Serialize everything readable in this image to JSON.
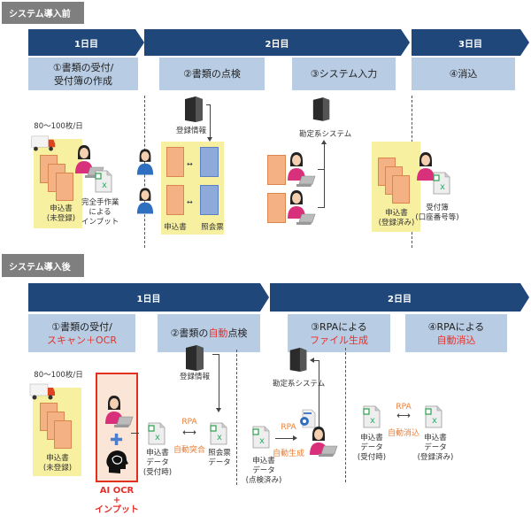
{
  "before": {
    "tag": "システム導入前",
    "days": [
      "1日目",
      "2日目",
      "3日目"
    ],
    "steps": [
      {
        "line1": "①書類の受付/",
        "line2": "受付簿の作成"
      },
      {
        "line1": "②書類の点検"
      },
      {
        "line1": "③システム入力"
      },
      {
        "line1": "④消込"
      }
    ],
    "volume": "80～100枚/日",
    "app_unregistered": [
      "申込書",
      "(未登録)"
    ],
    "manual_input": [
      "完全手作業",
      "による",
      "インプット"
    ],
    "registration_info": "登録情報",
    "application": "申込書",
    "inquiry_form": "照会票",
    "accounting_system": "勘定系システム",
    "app_registered": [
      "申込書",
      "(登録済み)"
    ],
    "ledger": [
      "受付簿",
      "(口座番号等)"
    ]
  },
  "after": {
    "tag": "システム導入後",
    "days": [
      "1日目",
      "2日目"
    ],
    "steps": [
      {
        "line1": "①書類の受付/",
        "line2_red": "スキャン＋OCR"
      },
      {
        "pre": "②書類の",
        "red": "自動",
        "post": "点検"
      },
      {
        "line1": "③RPAによる",
        "line2_red": "ファイル生成"
      },
      {
        "line1": "④RPAによる",
        "line2_red": "自動消込"
      }
    ],
    "volume": "80～100枚/日",
    "app_unregistered": [
      "申込書",
      "(未登録)"
    ],
    "ai_ocr": [
      "AI OCR",
      "+",
      "インプット"
    ],
    "registration_info": "登録情報",
    "app_data_received": [
      "申込書",
      "データ",
      "(受付時)"
    ],
    "rpa": "RPA",
    "auto_match": "自動突合",
    "inquiry_data": [
      "照会票",
      "データ"
    ],
    "accounting_system": "勘定系システム",
    "app_data_checked": [
      "申込書",
      "データ",
      "(点検済み)"
    ],
    "auto_generate": "自動生成",
    "auto_reconcile": "自動消込",
    "app_data_registered": [
      "申込書",
      "データ",
      "(登録済み)"
    ]
  },
  "colors": {
    "day_bar": "#1f477a",
    "step_box": "#b8cce4",
    "highlight": "#f7f0a0",
    "accent_red": "#e8302a",
    "rpa_orange": "#ed7d31"
  }
}
